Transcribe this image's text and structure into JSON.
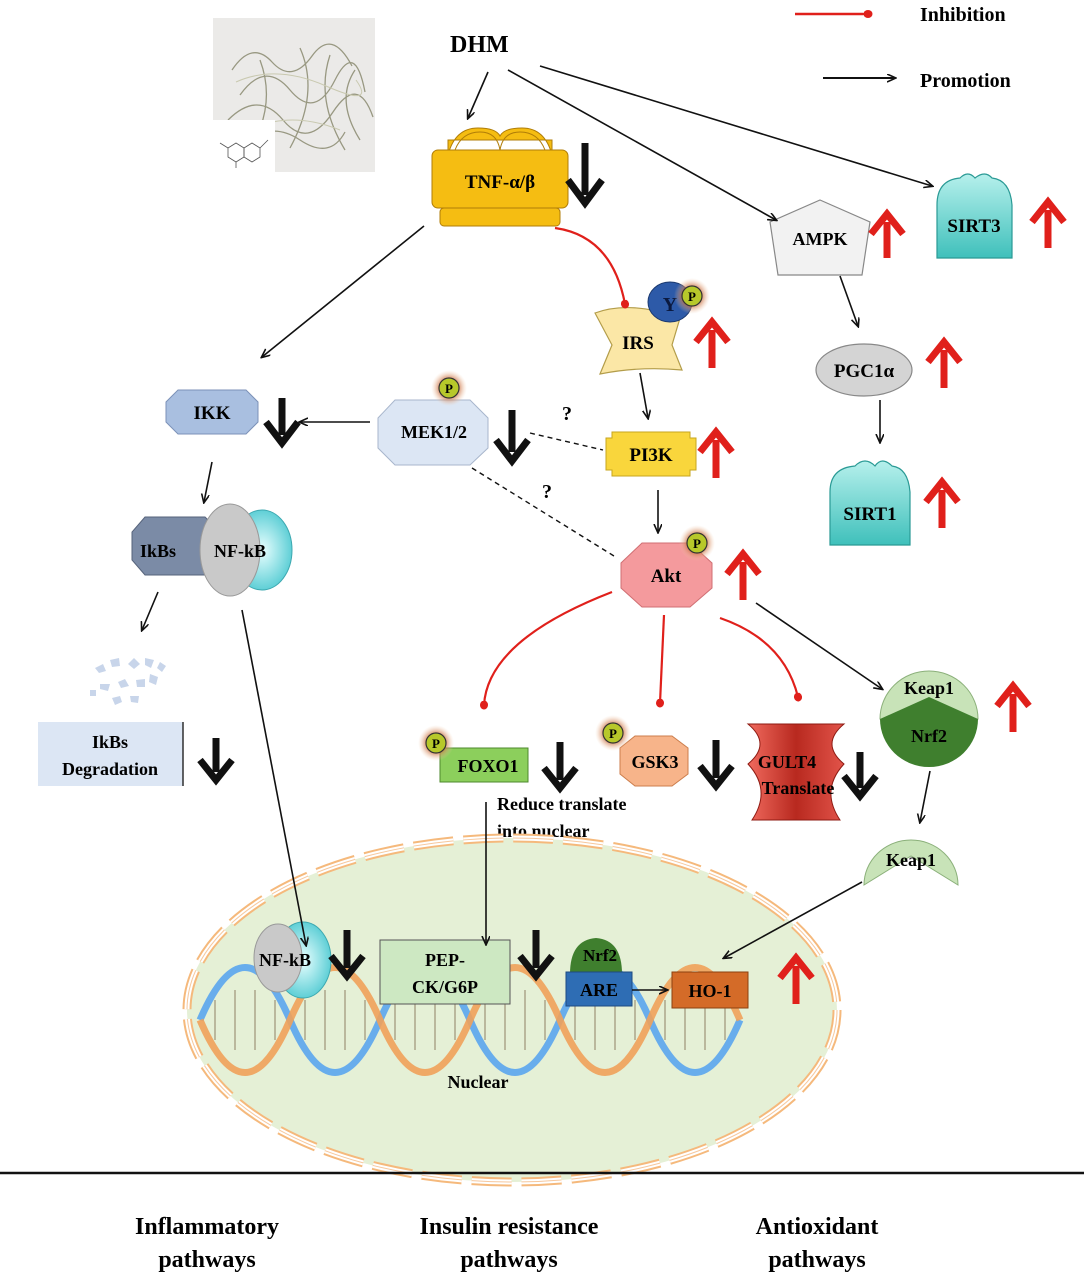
{
  "legend": {
    "inhibition_label": "Inhibition",
    "promotion_label": "Promotion",
    "inhibition_color": "#e0201b",
    "promotion_color": "#111111"
  },
  "nodes": {
    "dhm": "DHM",
    "tnf": "TNF-α/β",
    "ampk": "AMPK",
    "sirt3": "SIRT3",
    "irs": "IRS",
    "y": "Y",
    "p": "P",
    "pgc1a": "PGC1α",
    "ikk": "IKK",
    "mek": "MEK1/2",
    "pi3k": "PI3K",
    "sirt1": "SIRT1",
    "ikbs": "IkBs",
    "nfkb": "NF-kB",
    "akt": "Akt",
    "keap1": "Keap1",
    "nrf2": "Nrf2",
    "ikbs_deg_line1": "IkBs",
    "ikbs_deg_line2": "Degradation",
    "foxo1": "FOXO1",
    "gsk3": "GSK3",
    "glut4_line1": "GULT4",
    "glut4_line2": "Translate",
    "reduce_line1": "Reduce translate",
    "reduce_line2": "into nuclear",
    "keap1_free": "Keap1",
    "nfkb_nuc": "NF-kB",
    "pepck_line1": "PEP-",
    "pepck_line2": "CK/G6P",
    "nrf2_nuc": "Nrf2",
    "are": "ARE",
    "ho1": "HO-1",
    "nuclear": "Nuclear",
    "q1": "?",
    "q2": "?"
  },
  "footer": {
    "col1_line1": "Inflammatory",
    "col1_line2": "pathways",
    "col2_line1": "Insulin resistance",
    "col2_line2": "pathways",
    "col3_line1": "Antioxidant",
    "col3_line2": "pathways"
  },
  "colors": {
    "up_arrow": "#e0201b",
    "down_arrow": "#111111",
    "tnf": "#f5bd12",
    "sirt": "#79dcd6",
    "ampk": "#f2f2f2",
    "irs": "#fbe7a6",
    "pi3k": "#fbe7a6",
    "ikk": "#a9bfe0",
    "mek": "#dce6f4",
    "akt": "#f49a9d",
    "ikbs": "#7b8ba6",
    "keap1": "#c8e3b8",
    "nrf2": "#3f7f2e",
    "foxo1": "#8ccf5c",
    "gsk3": "#f7b48a",
    "glut4": "#d9453c",
    "pepck": "#cde8c2",
    "are": "#2e6db4",
    "ho1": "#d46b28",
    "nucleus": "#e5f0d6",
    "phospho": "#b7c82a"
  }
}
